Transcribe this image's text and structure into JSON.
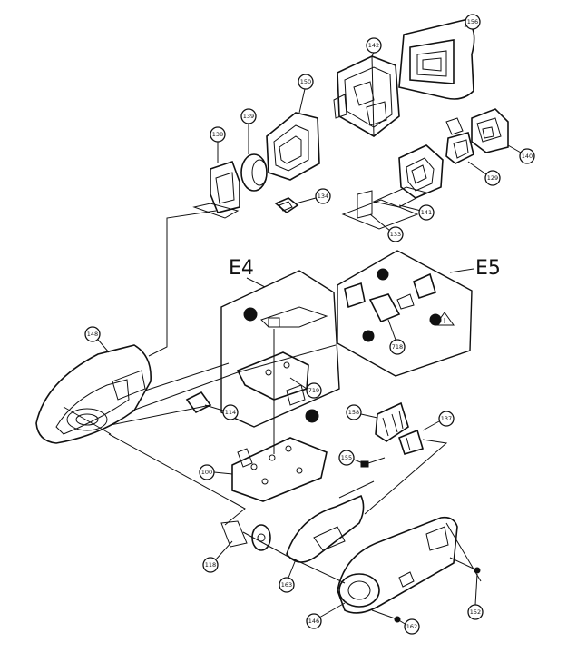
{
  "groups": [
    {
      "id": "e4",
      "label": "E4"
    },
    {
      "id": "e5",
      "label": "E5"
    }
  ],
  "callouts": [
    {
      "id": "c156",
      "label": "156"
    },
    {
      "id": "c142",
      "label": "142"
    },
    {
      "id": "c150",
      "label": "150"
    },
    {
      "id": "c139",
      "label": "139"
    },
    {
      "id": "c138",
      "label": "138"
    },
    {
      "id": "c140",
      "label": "140"
    },
    {
      "id": "c129",
      "label": "129"
    },
    {
      "id": "c134",
      "label": "134"
    },
    {
      "id": "c141",
      "label": "141"
    },
    {
      "id": "c133",
      "label": "133"
    },
    {
      "id": "c148",
      "label": "148"
    },
    {
      "id": "c114",
      "label": "114"
    },
    {
      "id": "c719",
      "label": "719"
    },
    {
      "id": "c718",
      "label": "718"
    },
    {
      "id": "c158",
      "label": "158"
    },
    {
      "id": "c137",
      "label": "137"
    },
    {
      "id": "c155",
      "label": "155"
    },
    {
      "id": "c100",
      "label": "100"
    },
    {
      "id": "c118",
      "label": "118"
    },
    {
      "id": "c163",
      "label": "163"
    },
    {
      "id": "c146",
      "label": "146"
    },
    {
      "id": "c162",
      "label": "162"
    },
    {
      "id": "c152",
      "label": "152"
    }
  ]
}
